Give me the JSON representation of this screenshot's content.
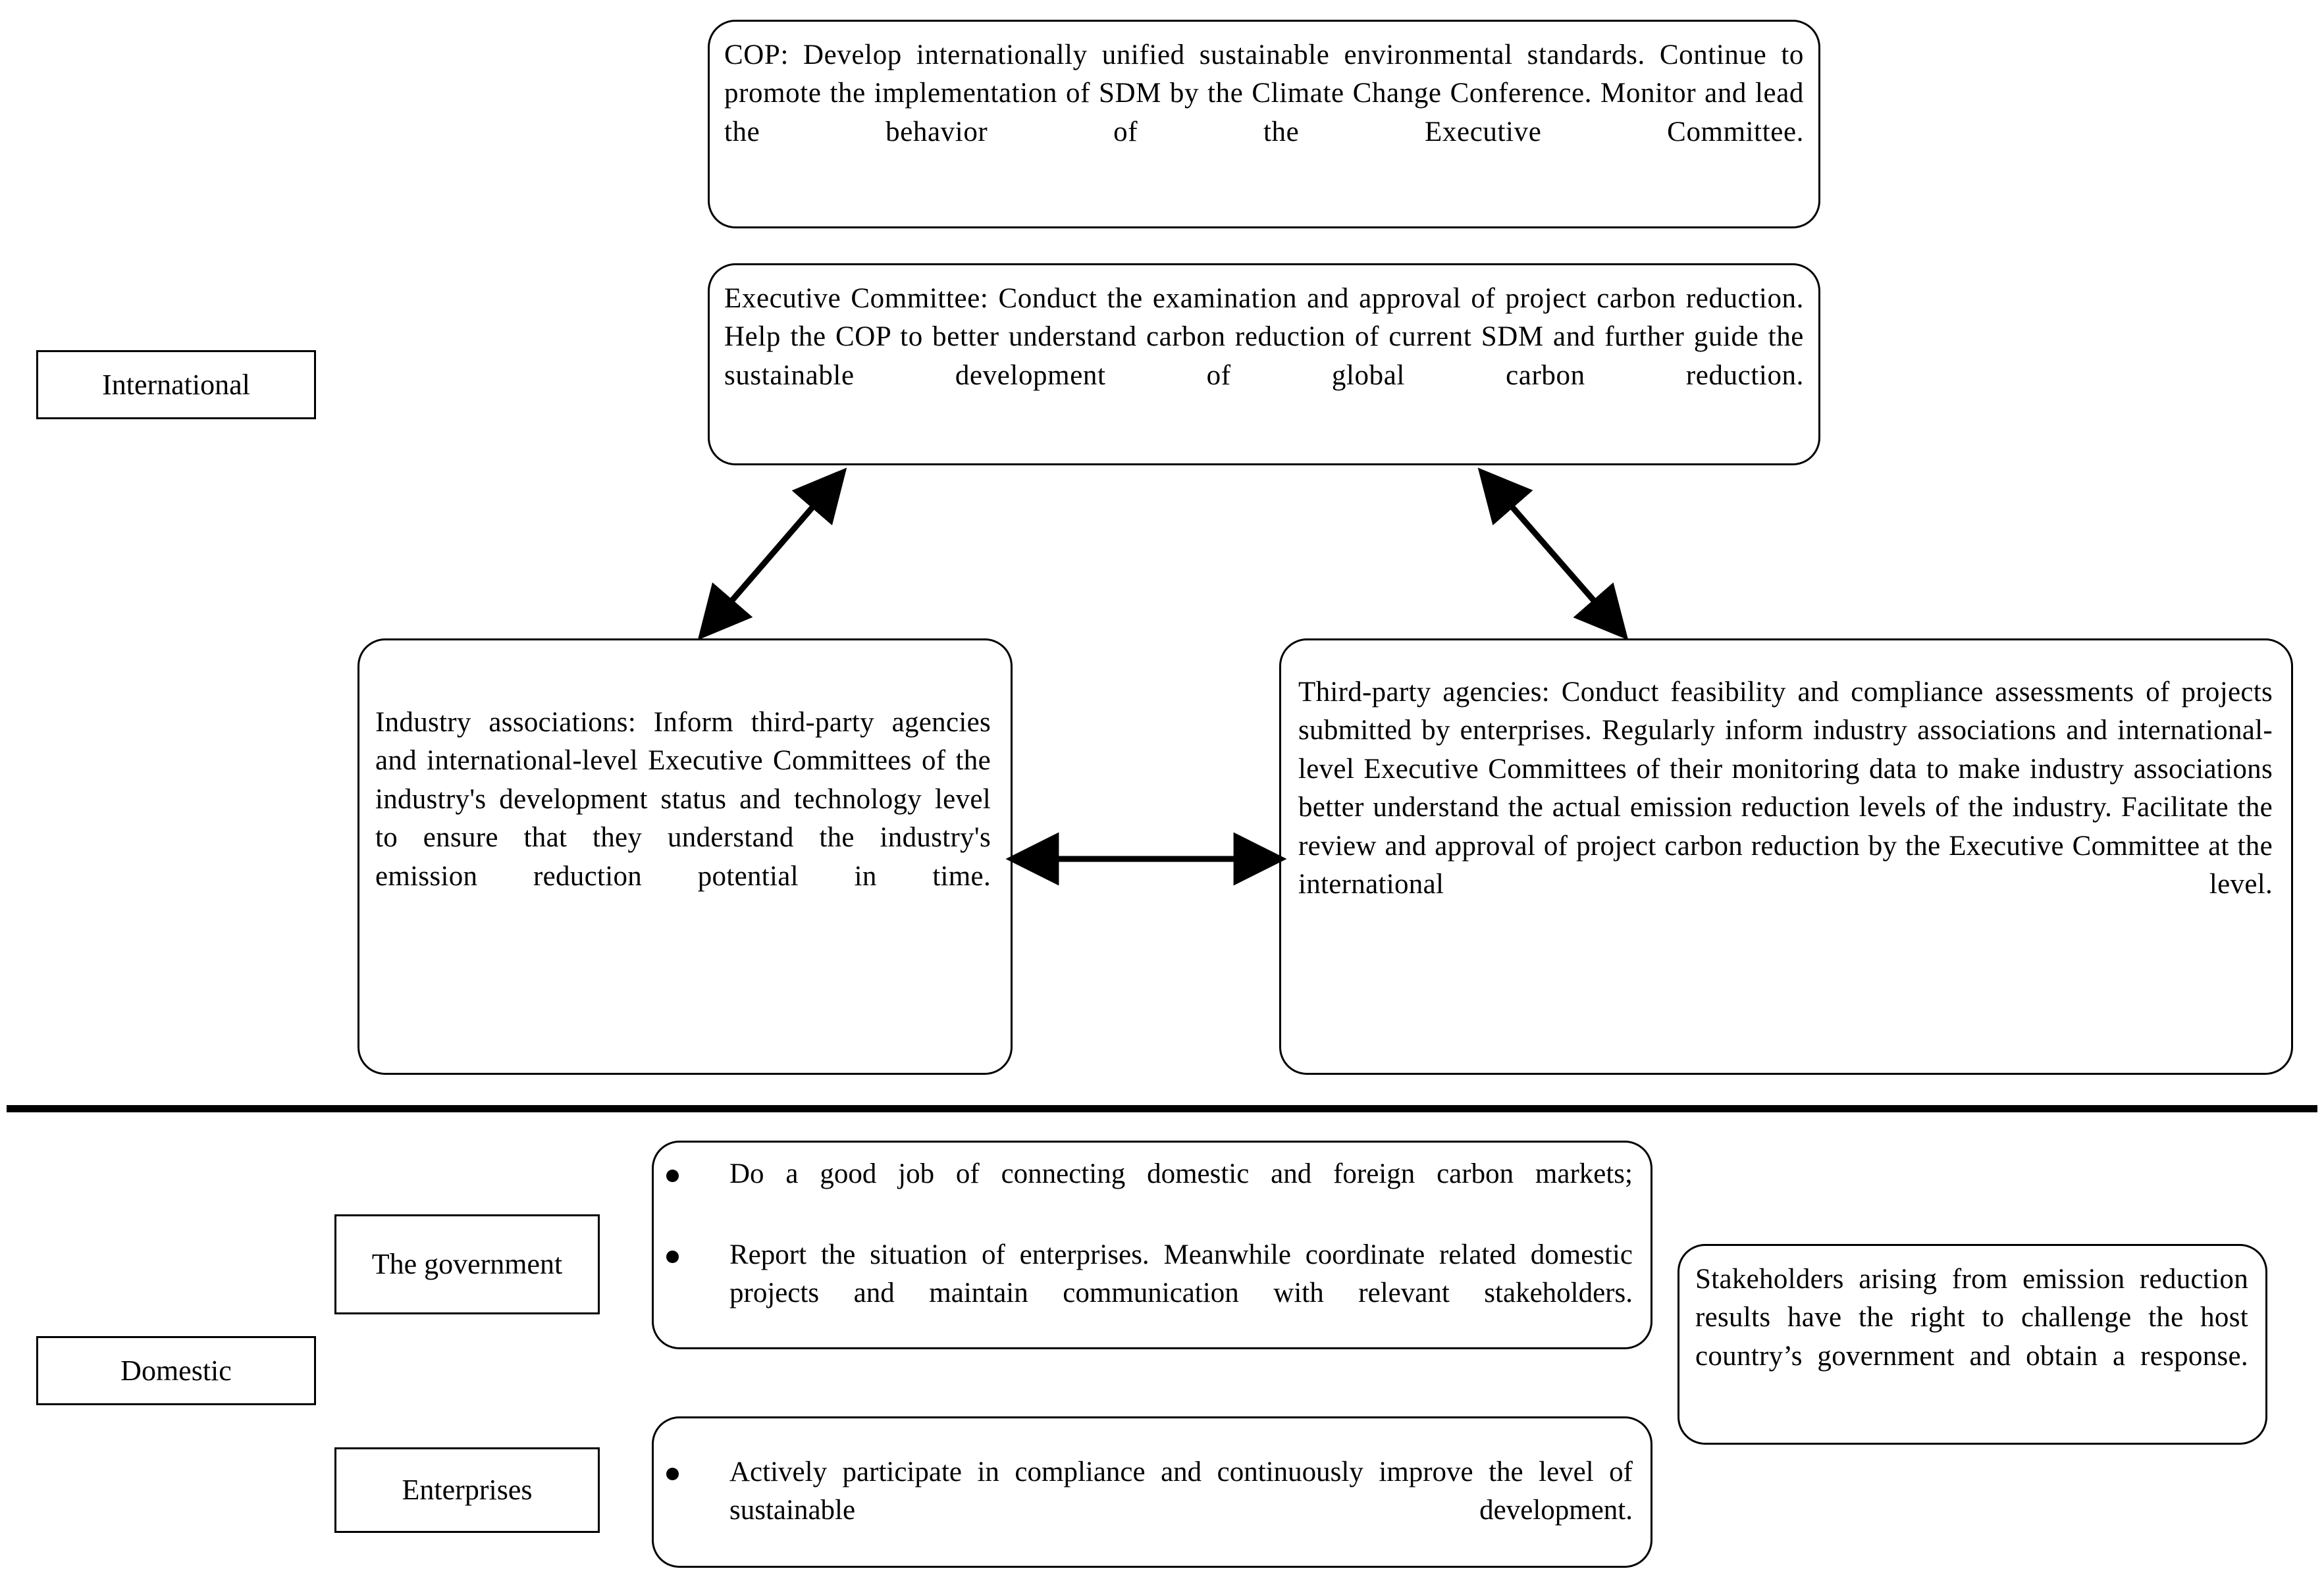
{
  "diagram": {
    "title_levels": {
      "international": "International",
      "domestic": "Domestic"
    },
    "international": {
      "cop": "COP: Develop internationally unified sustainable environmental standards. Continue to promote the implementation of SDM by the Climate Change Conference. Monitor and lead the behavior of the Executive Committee.",
      "executive_committee": "Executive Committee: Conduct the examination and approval of project carbon reduction. Help the COP to better understand carbon reduction of current SDM and further guide the sustainable development of global carbon reduction.",
      "industry_associations": "Industry associations: Inform third-party agencies and international-level Executive Committees of the industry's development status and technology level to ensure that they understand the industry's emission reduction potential in time.",
      "third_party_agencies": "Third-party agencies: Conduct feasibility and compliance assessments of projects submitted by enterprises. Regularly inform industry associations and international-level Executive Committees of their monitoring data to make industry associations better understand the actual emission reduction levels of the industry. Facilitate the review and approval of project carbon reduction by the Executive Committee at the international level."
    },
    "domestic": {
      "government_label": "The government",
      "enterprises_label": "Enterprises",
      "government_bullets": [
        "Do a good job of connecting domestic and foreign carbon markets;",
        "Report the situation of enterprises. Meanwhile coordinate related domestic projects and maintain communication with relevant stakeholders."
      ],
      "enterprises_bullets": [
        "Actively participate in compliance and continuously improve the level of sustainable development."
      ],
      "stakeholders": "Stakeholders arising from emission reduction results have the right to challenge the host country’s government and obtain a response."
    },
    "connectors": [
      {
        "name": "industry-to-executive-committee",
        "type": "double-arrow",
        "orientation": "diagonal"
      },
      {
        "name": "third-party-to-executive-committee",
        "type": "double-arrow",
        "orientation": "diagonal"
      },
      {
        "name": "industry-to-third-party",
        "type": "double-arrow",
        "orientation": "horizontal"
      }
    ],
    "colors": {
      "stroke": "#000000",
      "background": "#ffffff"
    }
  }
}
